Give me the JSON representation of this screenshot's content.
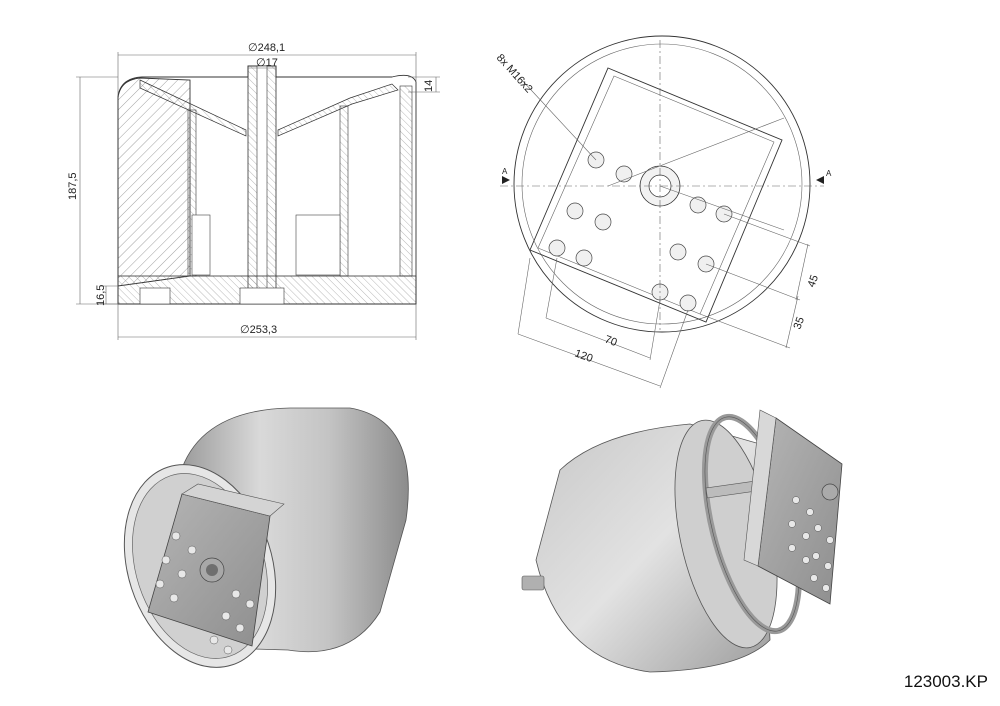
{
  "section_view": {
    "dim_top_diameter": "∅248,1",
    "dim_bore": "∅17",
    "dim_height": "187,5",
    "dim_rim": "14",
    "dim_base": "16,5",
    "dim_bottom_diameter": "∅253,3"
  },
  "end_view": {
    "hole_callout": "8x M16x2",
    "section_mark_left": "A",
    "section_mark_right": "A",
    "dim_70": "70",
    "dim_120": "120",
    "dim_45": "45",
    "dim_35": "35"
  },
  "drawing_code": "123003.KP"
}
